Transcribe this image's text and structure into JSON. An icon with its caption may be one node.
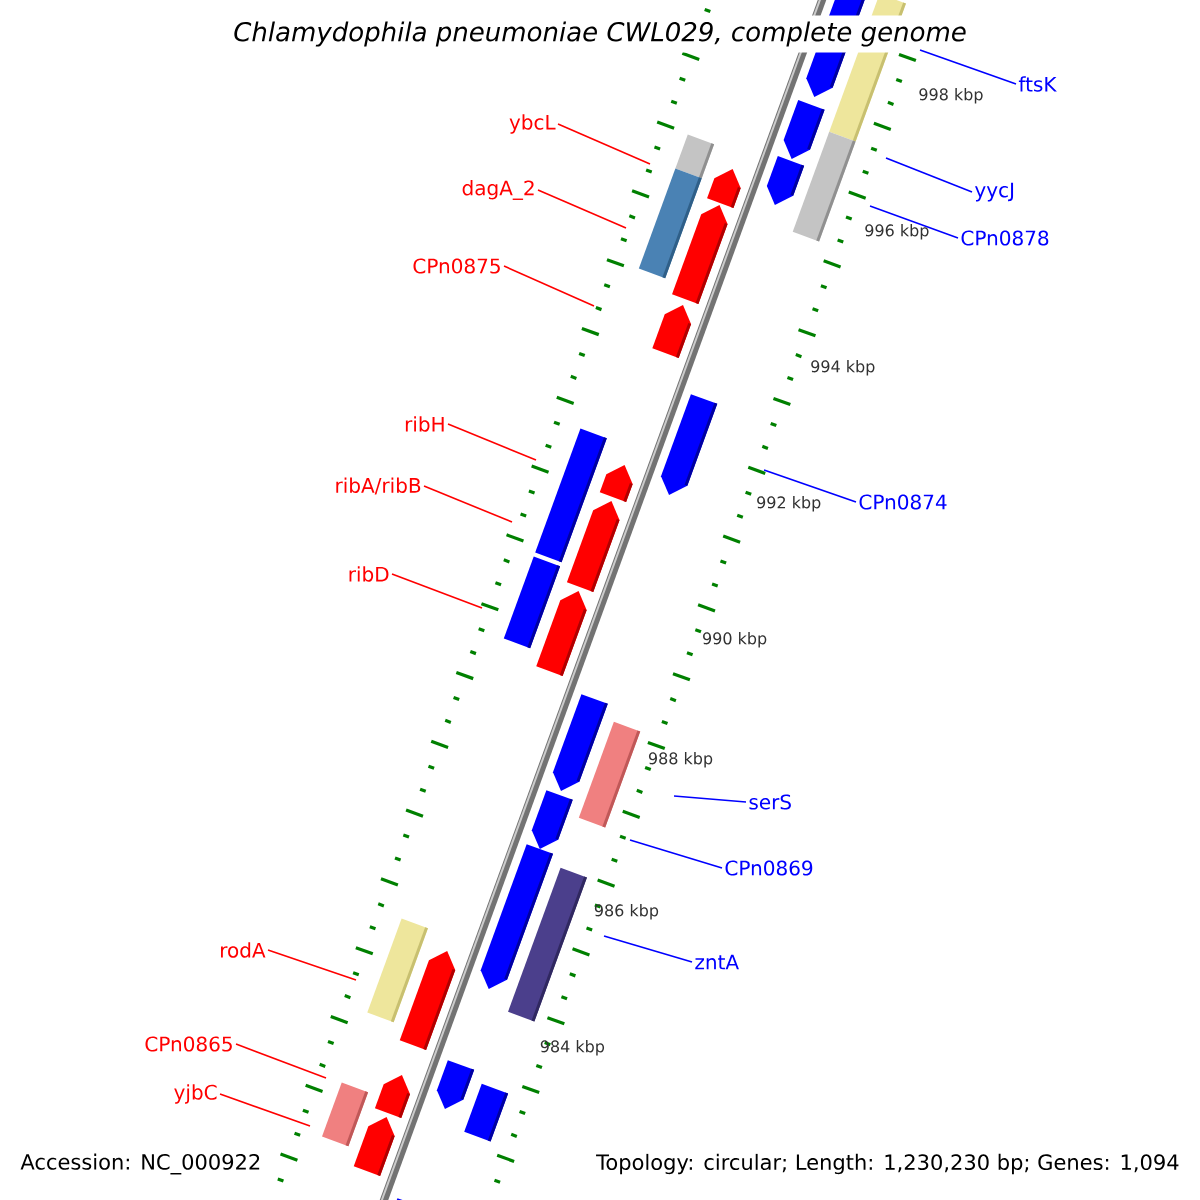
{
  "diagram": {
    "title": "Chlamydophila pneumoniae CWL029, complete genome",
    "nodes": [
      {
        "text": [
          "ftsK"
        ]
      },
      {
        "text": [
          "ybcL"
        ]
      },
      {
        "text": [
          "dagA_2"
        ]
      },
      {
        "text": [
          "yycJ"
        ]
      },
      {
        "text": [
          "CPn0878"
        ]
      },
      {
        "text": [
          "CPn0875"
        ]
      },
      {
        "text": [
          "ribH"
        ]
      },
      {
        "text": [
          "ribA/ribB"
        ]
      },
      {
        "text": [
          "CPn0874"
        ]
      },
      {
        "text": [
          "ribD"
        ]
      },
      {
        "text": [
          "serS"
        ]
      },
      {
        "text": [
          "CPn0869"
        ]
      },
      {
        "text": [
          "rodA"
        ]
      },
      {
        "text": [
          "zntA"
        ]
      },
      {
        "text": [
          "CPn0865"
        ]
      },
      {
        "text": [
          "yjbC"
        ]
      }
    ],
    "edges": [
      {
        "from": 0,
        "to": null,
        "arrow": "none",
        "color": "#0000ff"
      },
      {
        "from": 1,
        "to": null,
        "arrow": "none",
        "color": "#ff0000"
      },
      {
        "from": 2,
        "to": null,
        "arrow": "none",
        "color": "#ff0000"
      },
      {
        "from": 3,
        "to": null,
        "arrow": "none",
        "color": "#0000ff"
      },
      {
        "from": 4,
        "to": null,
        "arrow": "none",
        "color": "#0000ff"
      },
      {
        "from": 5,
        "to": null,
        "arrow": "none",
        "color": "#ff0000"
      },
      {
        "from": 6,
        "to": null,
        "arrow": "none",
        "color": "#ff0000"
      },
      {
        "from": 7,
        "to": null,
        "arrow": "none",
        "color": "#ff0000"
      },
      {
        "from": 8,
        "to": null,
        "arrow": "none",
        "color": "#0000ff"
      },
      {
        "from": 9,
        "to": null,
        "arrow": "none",
        "color": "#ff0000"
      },
      {
        "from": 10,
        "to": null,
        "arrow": "none",
        "color": "#0000ff"
      },
      {
        "from": 11,
        "to": null,
        "arrow": "none",
        "color": "#0000ff"
      },
      {
        "from": 12,
        "to": null,
        "arrow": "none",
        "color": "#ff0000"
      },
      {
        "from": 13,
        "to": null,
        "arrow": "none",
        "color": "#0000ff"
      },
      {
        "from": 14,
        "to": null,
        "arrow": "none",
        "color": "#ff0000"
      },
      {
        "from": 15,
        "to": null,
        "arrow": "none",
        "color": "#ff0000"
      }
    ],
    "labels": [
      "998 kbp",
      "996 kbp",
      "994 kbp",
      "992 kbp",
      "990 kbp",
      "988 kbp",
      "986 kbp",
      "984 kbp",
      "Accession: NC_000922",
      "Topology: circular; Length: 1,230,230 bp; Genes: 1,094"
    ]
  }
}
